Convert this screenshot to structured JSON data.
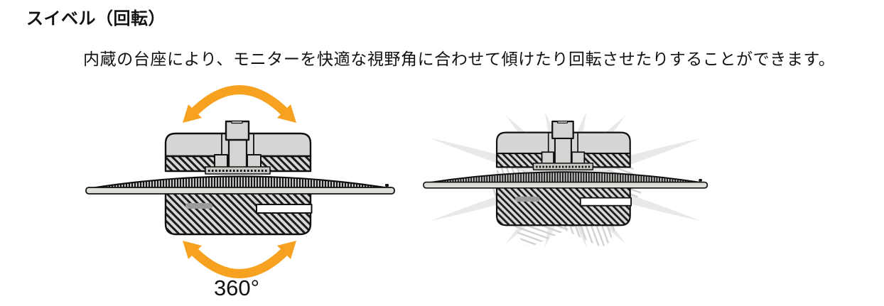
{
  "heading": {
    "text": "スイベル（回転）"
  },
  "paragraph": {
    "text": "内蔵の台座により、モニターを快適な視野角に合わせて傾けたり回転させたりすることができます。"
  },
  "figures": {
    "left": {
      "label": "360°",
      "icons": [
        "rotate-arrow-top-icon",
        "rotate-arrow-bottom-icon",
        "monitor-top-view"
      ]
    },
    "right": {
      "icons": [
        "monitor-top-view",
        "rotation-ghost-blades"
      ]
    }
  },
  "colors": {
    "accent_orange": "#F6A11F",
    "ghost_gray": "#e9e9e9",
    "base_gray": "#d6d6d4",
    "text_black": "#111111"
  }
}
